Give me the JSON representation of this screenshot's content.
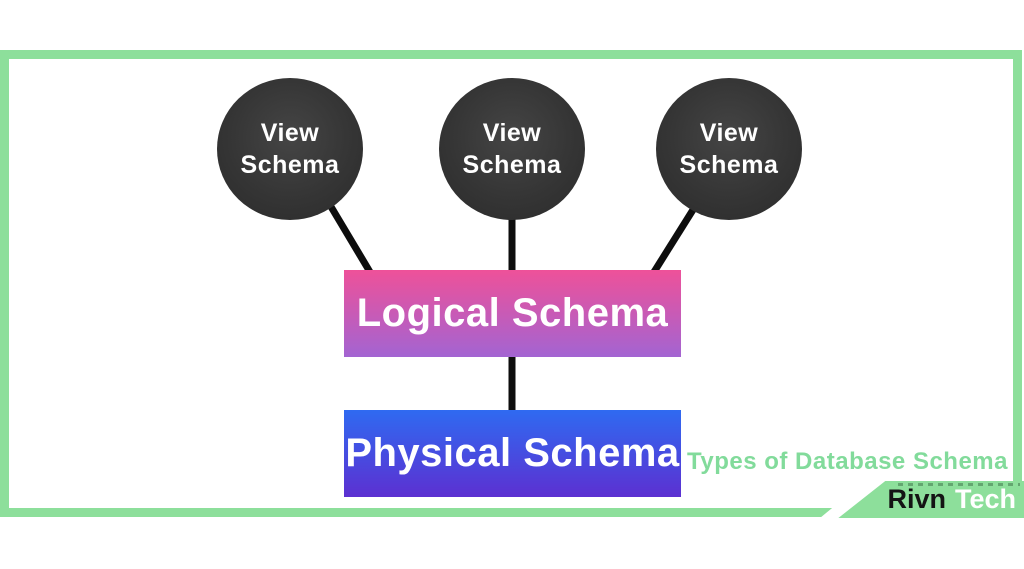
{
  "diagram": {
    "view_nodes": [
      {
        "label": "View Schema"
      },
      {
        "label": "View Schema"
      },
      {
        "label": "View Schema"
      }
    ],
    "logical_box": {
      "label": "Logical Schema"
    },
    "physical_box": {
      "label": "Physical Schema"
    }
  },
  "caption": {
    "text": "Types of Database Schema"
  },
  "brand": {
    "part1": "Rivn",
    "part2": "Tech"
  },
  "colors": {
    "frame_green": "#8ddf9b",
    "caption_green": "#82db9b",
    "node_fill": "#333333",
    "node_text": "#ffffff",
    "logical_gradient_top": "#ee5199",
    "logical_gradient_bottom": "#a364d2",
    "physical_gradient_top": "#2f6af1",
    "physical_gradient_bottom": "#5c30d1",
    "connector_black": "#0d0d0d",
    "brand_dark": "#141414",
    "brand_light": "#ffffff"
  }
}
